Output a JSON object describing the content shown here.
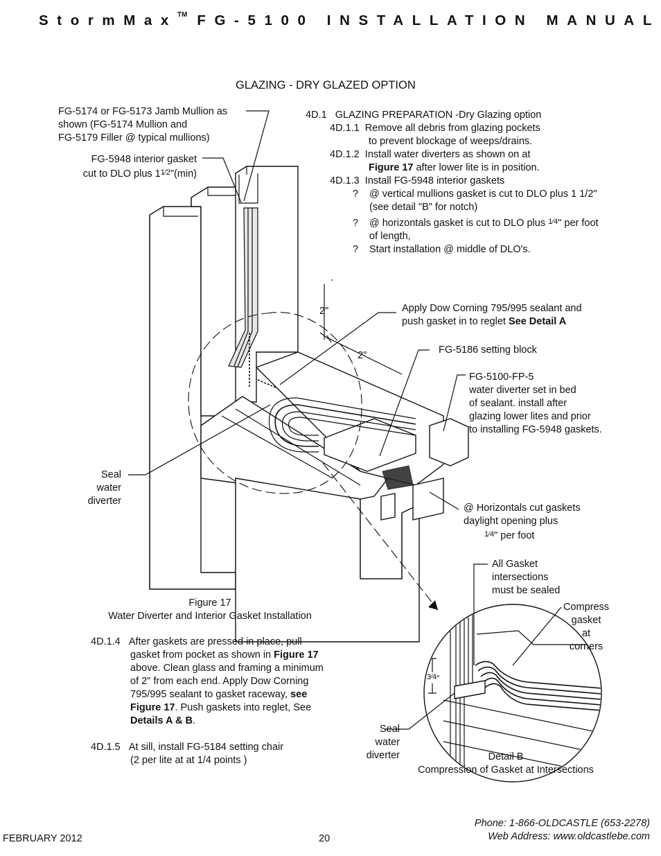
{
  "header": {
    "brand": "StormMax",
    "tm": "TM",
    "title": "FG-5100 INSTALLATION MANUAL"
  },
  "section_title": "GLAZING - DRY GLAZED OPTION",
  "callouts": {
    "jamb_mullion": [
      "FG-5174 or FG-5173 Jamb Mullion as",
      "shown (FG-5174 Mullion and",
      "FG-5179 Filler @ typical mullions)"
    ],
    "interior_gasket": [
      "FG-5948 interior gasket",
      "cut to DLO plus 1",
      "1",
      "2",
      "\"(min)"
    ],
    "dow_corning_a": "Apply Dow Corning 795/995 sealant and",
    "dow_corning_b": "push gasket in to reglet ",
    "dow_corning_bold": "See Detail A",
    "setting_block": "FG-5186 setting block",
    "diverter_fp5": [
      "FG-5100-FP-5",
      "water diverter set in bed",
      "of sealant. install after",
      "glazing lower lites and prior",
      "to installing FG-5948 gaskets."
    ],
    "seal_diverter": [
      "Seal",
      "water",
      "diverter"
    ],
    "horizontals_cut": [
      "@ Horizontals cut gaskets",
      "daylight opening plus",
      "1",
      "4",
      "\" per foot"
    ],
    "dim_2_vertical": "2\"",
    "dim_2_horizontal": "2\"",
    "all_gasket": [
      "All Gasket",
      "intersections",
      "must be sealed"
    ],
    "compress": [
      "Compress",
      "gasket",
      "at",
      "corners"
    ],
    "dim_three_quarter": [
      "3",
      "4",
      "\""
    ],
    "seal_diverter_b": [
      "Seal",
      "water",
      "diverter"
    ]
  },
  "procedure": {
    "p4d1_num": "4D.1",
    "p4d1_text": "GLAZING PREPARATION -Dry Glazing option",
    "p411_num": "4D.1.1",
    "p411_a": "Remove all debris from glazing pockets",
    "p411_b": "to prevent blockage of weeps/drains.",
    "p412_num": "4D.1.2",
    "p412_a": "Install water diverters as shown on at",
    "p412_bold": "Figure 17",
    "p412_b": " after lower lite is in position.",
    "p413_num": "4D.1.3",
    "p413_a": "Install FG-5948 interior gaskets",
    "bullet": "?",
    "b1_a": "@ vertical mullions gasket is cut to DLO plus 1 1/2\"",
    "b1_b": "(see detail \"B\" for notch)",
    "b2_a": "@ horizontals gasket is cut to DLO plus ",
    "b2_num": "1",
    "b2_den": "4",
    "b2_b": "\" per foot",
    "b2_c": "of length,",
    "b3": "Start installation @ middle of DLO's."
  },
  "figure17": {
    "label": "Figure 17",
    "caption": "Water Diverter and Interior Gasket Installation"
  },
  "detail_b": {
    "label": "Detail B",
    "caption": "Compression of Gasket at Intersections"
  },
  "step_414": {
    "num": "4D.1.4",
    "l1": "After gaskets are pressed in place, pull",
    "l2a": "gasket from pocket as shown in ",
    "l2b": "Figure 17",
    "l3": "above. Clean glass and framing a minimum",
    "l4": "of 2\" from each end. Apply Dow Corning",
    "l5a": "795/995 sealant to gasket raceway, ",
    "l5b": "see",
    "l6a": "Figure 17",
    "l6b": ". Push gaskets into reglet, See",
    "l7a": "Details A & B",
    "l7b": "."
  },
  "step_415": {
    "num": "4D.1.5",
    "l1": "At sill, install FG-5184 setting chair",
    "l2": "(2 per lite at at 1/4 points )"
  },
  "footer": {
    "date": "FEBRUARY 2012",
    "page": "20",
    "phone": "Phone: 1-866-OLDCASTLE (653-2278)",
    "web": "Web Address: www.oldcastlebe.com"
  }
}
